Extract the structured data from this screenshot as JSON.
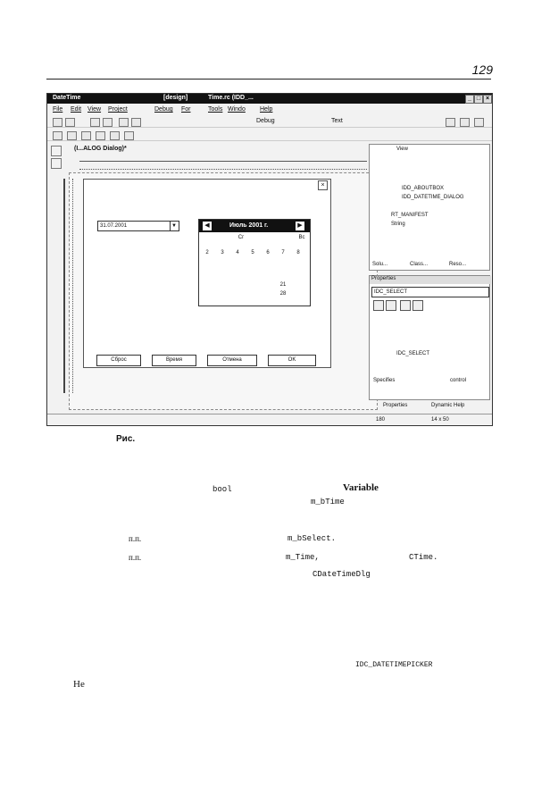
{
  "page": {
    "number": "129",
    "caption": "Рис."
  },
  "ide": {
    "title_app": "DateTime",
    "title_mode": "[design]",
    "title_doc": "Time.rc (IDD_...",
    "window_buttons": [
      "_",
      "□",
      "×"
    ],
    "menu": [
      "File",
      "Edit",
      "View",
      "Project",
      "Debug",
      "For",
      "Tools",
      "Windo",
      "Help"
    ],
    "config_label": "Debug",
    "find_label": "Text",
    "doc_tab": "(I...ALOG  Dialog)*",
    "dialog": {
      "close_glyph": "×",
      "date_value": "31.07.2001",
      "date_dropdown_glyph": "▼",
      "calendar_title": "Июль 2001 г.",
      "nav_prev": "◀",
      "nav_next": "▶",
      "day_header_mid": "Сг",
      "day_header_end": "Вс",
      "week_row": [
        "2",
        "3",
        "4",
        "5",
        "6",
        "7",
        "8"
      ],
      "extra_days": [
        "21",
        "28"
      ],
      "buttons": [
        "Сброс",
        "Время",
        "Отмена",
        "OK"
      ]
    },
    "solution": {
      "header": "View",
      "items": [
        "IDD_ABOUTBOX",
        "IDD_DATETIME_DIALOG",
        "RT_MANIFEST",
        "String"
      ],
      "tabs": [
        "Solu...",
        "Class...",
        "Reso..."
      ]
    },
    "properties": {
      "title": "Properties",
      "selected": "IDC_SELECT",
      "value_row": "IDC_SELECT",
      "row_specifies": "Specifies",
      "row_control": "control"
    },
    "bottom_tabs": [
      "Properties",
      "Dynamic Help"
    ],
    "status": {
      "pos": "180",
      "size": "14 x 50"
    }
  },
  "body": {
    "code_bool": "bool",
    "variable": "Variable",
    "m_bTime": "m_bTime",
    "pp1": "п.п.",
    "m_bSelect": "m_bSelect.",
    "pp2": "п.п.",
    "m_Time": "m_Time,",
    "ctime": "CTime.",
    "class_name": "CDateTimeDlg",
    "idc_picker": "IDC_DATETIMEPICKER",
    "ne": "Не"
  }
}
